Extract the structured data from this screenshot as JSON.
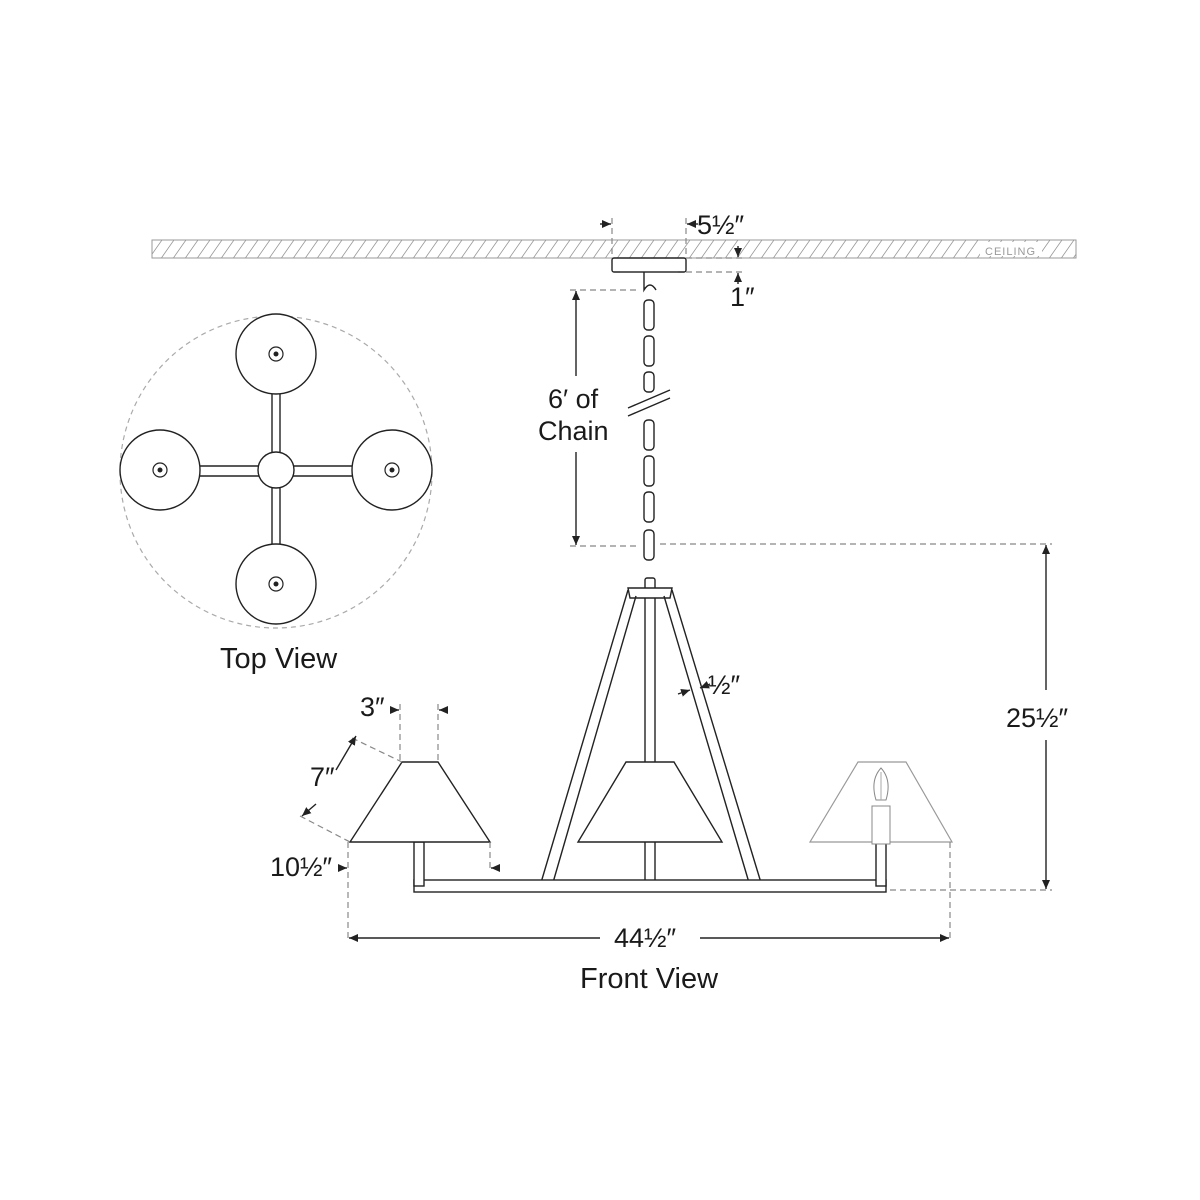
{
  "labels": {
    "ceiling": "CEILING",
    "canopy_width": "5½″",
    "canopy_height": "1″",
    "chain_line1": "6′ of",
    "chain_line2": "Chain",
    "frame_width": "½″",
    "height": "25½″",
    "shade_top": "3″",
    "shade_slant": "7″",
    "shade_bottom": "10½″",
    "width": "44½″",
    "top_view": "Top View",
    "front_view": "Front View"
  }
}
